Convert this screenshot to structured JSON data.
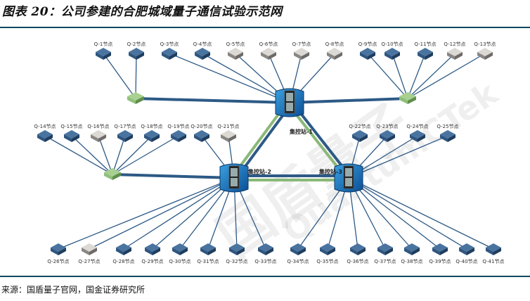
{
  "title": "图表 20：公司参建的合肥城域量子通信试验示范网",
  "source": "来源：国盾量子官网，国金证券研究所",
  "watermark": {
    "cn": "国盾量子",
    "en": "QuantumCTek"
  },
  "colors": {
    "rule": "#0e4a60",
    "link_blue": "#2d5a86",
    "link_green": "#8ab878",
    "node_blue": "#2f5680",
    "node_gray": "#c8c4c0",
    "switch_green": "#8fbf7a",
    "station_blue": "#1a7ac0"
  },
  "stations": [
    {
      "id": "S1",
      "label": "集控站-1"
    },
    {
      "id": "S2",
      "label": "集控站-2"
    },
    {
      "id": "S3",
      "label": "集控站-3"
    }
  ],
  "switches": [
    {
      "id": "SW1",
      "parent": "S1"
    },
    {
      "id": "SW2",
      "parent": "S1"
    },
    {
      "id": "SW3",
      "parent": "S2"
    }
  ],
  "nodes": [
    {
      "label": "Q-1节点",
      "kind": "blue",
      "link": "SW1"
    },
    {
      "label": "Q-2节点",
      "kind": "blue",
      "link": "SW1"
    },
    {
      "label": "Q-3节点",
      "kind": "blue",
      "link": "S1"
    },
    {
      "label": "Q-4节点",
      "kind": "blue",
      "link": "S1"
    },
    {
      "label": "Q-5节点",
      "kind": "gray",
      "link": "S1"
    },
    {
      "label": "Q-6节点",
      "kind": "gray",
      "link": "S1"
    },
    {
      "label": "Q-7节点",
      "kind": "gray",
      "link": "S1"
    },
    {
      "label": "Q-8节点",
      "kind": "gray",
      "link": "S1"
    },
    {
      "label": "Q-9节点",
      "kind": "blue",
      "link": "SW2"
    },
    {
      "label": "Q-10节点",
      "kind": "blue",
      "link": "SW2"
    },
    {
      "label": "Q-11节点",
      "kind": "blue",
      "link": "SW2"
    },
    {
      "label": "Q-12节点",
      "kind": "gray",
      "link": "SW2"
    },
    {
      "label": "Q-13节点",
      "kind": "gray",
      "link": "SW2"
    },
    {
      "label": "Q-14节点",
      "kind": "blue",
      "link": "SW3"
    },
    {
      "label": "Q-15节点",
      "kind": "blue",
      "link": "SW3"
    },
    {
      "label": "Q-16节点",
      "kind": "gray",
      "link": "SW3"
    },
    {
      "label": "Q-17节点",
      "kind": "blue",
      "link": "SW3"
    },
    {
      "label": "Q-18节点",
      "kind": "blue",
      "link": "SW3"
    },
    {
      "label": "Q-19节点",
      "kind": "blue",
      "link": "SW3"
    },
    {
      "label": "Q-20节点",
      "kind": "blue",
      "link": "S2"
    },
    {
      "label": "Q-21节点",
      "kind": "gray",
      "link": "S2"
    },
    {
      "label": "Q-22节点",
      "kind": "blue",
      "link": "S3"
    },
    {
      "label": "Q-23节点",
      "kind": "blue",
      "link": "S3"
    },
    {
      "label": "Q-24节点",
      "kind": "blue",
      "link": "S3"
    },
    {
      "label": "Q-25节点",
      "kind": "blue",
      "link": "S3"
    },
    {
      "label": "Q-26节点",
      "kind": "blue",
      "link": "S2"
    },
    {
      "label": "Q-27节点",
      "kind": "gray",
      "link": "S2"
    },
    {
      "label": "Q-28节点",
      "kind": "blue",
      "link": "S2"
    },
    {
      "label": "Q-29节点",
      "kind": "blue",
      "link": "S2"
    },
    {
      "label": "Q-30节点",
      "kind": "blue",
      "link": "S2"
    },
    {
      "label": "Q-31节点",
      "kind": "blue",
      "link": "S2"
    },
    {
      "label": "Q-32节点",
      "kind": "blue",
      "link": "S2"
    },
    {
      "label": "Q-33节点",
      "kind": "blue",
      "link": "S2"
    },
    {
      "label": "Q-34节点",
      "kind": "blue",
      "link": "S3"
    },
    {
      "label": "Q-35节点",
      "kind": "blue",
      "link": "S3"
    },
    {
      "label": "Q-36节点",
      "kind": "blue",
      "link": "S3"
    },
    {
      "label": "Q-37节点",
      "kind": "blue",
      "link": "S3"
    },
    {
      "label": "Q-38节点",
      "kind": "blue",
      "link": "S3"
    },
    {
      "label": "Q-39节点",
      "kind": "blue",
      "link": "S3"
    },
    {
      "label": "Q-40节点",
      "kind": "blue",
      "link": "S3"
    },
    {
      "label": "Q-41节点",
      "kind": "blue",
      "link": "S3"
    }
  ],
  "backbone": [
    {
      "from": "S1",
      "to": "S2",
      "types": [
        "blue",
        "green"
      ]
    },
    {
      "from": "S1",
      "to": "S3",
      "types": [
        "blue",
        "green"
      ]
    },
    {
      "from": "S2",
      "to": "S3",
      "types": [
        "blue",
        "green"
      ]
    },
    {
      "from": "S1",
      "to": "SW1",
      "types": [
        "blue"
      ]
    },
    {
      "from": "S1",
      "to": "SW2",
      "types": [
        "blue"
      ]
    },
    {
      "from": "S2",
      "to": "SW3",
      "types": [
        "blue"
      ]
    }
  ]
}
